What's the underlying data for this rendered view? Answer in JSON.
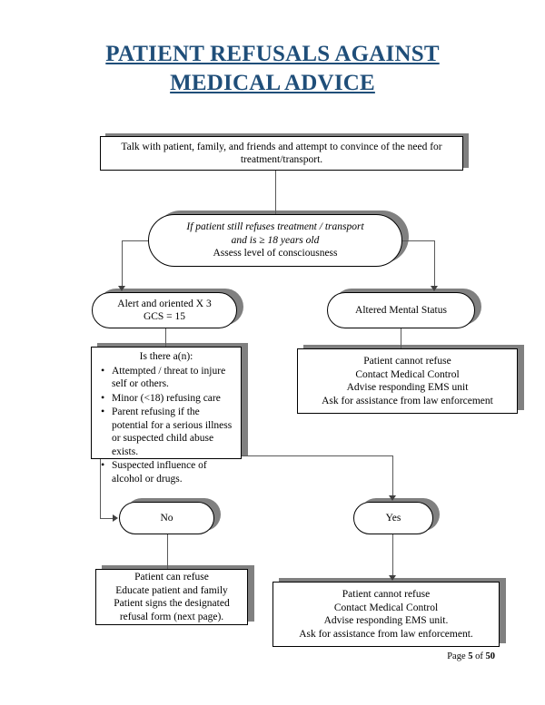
{
  "document": {
    "title": "PATIENT REFUSALS AGAINST MEDICAL ADVICE",
    "footer_text": "Page 5 of 50",
    "footer_page_number": "5",
    "footer_total_pages": "50",
    "title_color": "#1f4e79",
    "shadow_color": "#808080",
    "connector_color": "#595959"
  },
  "flowchart": {
    "type": "flowchart",
    "nodes": {
      "talk": {
        "shape": "process",
        "line1": "Talk with patient, family, and friends and attempt to convince of the need for",
        "line2": "treatment/transport."
      },
      "refuse_decision": {
        "shape": "terminator",
        "line1": "If patient still refuses treatment / transport",
        "line2": "and is ≥ 18 years old",
        "line3": "Assess level of consciousness"
      },
      "alert_oriented": {
        "shape": "terminator",
        "line1": "Alert and oriented X 3",
        "line2": "GCS = 15"
      },
      "altered_mental_status": {
        "shape": "terminator",
        "line1": "Altered Mental Status"
      },
      "criteria": {
        "shape": "process",
        "heading": "Is there a(n):",
        "bullets": [
          "Attempted / threat to injure self or others.",
          "Minor (<18) refusing care",
          "Parent refusing if the potential for a serious illness or suspected child abuse exists.",
          "Suspected influence of alcohol or drugs."
        ]
      },
      "cannot_refuse_top": {
        "shape": "process",
        "line1": "Patient cannot refuse",
        "line2": "Contact Medical Control",
        "line3": "Advise responding EMS unit",
        "line4": "Ask for assistance from law enforcement"
      },
      "no": {
        "shape": "terminator",
        "label": "No"
      },
      "yes": {
        "shape": "terminator",
        "label": "Yes"
      },
      "can_refuse": {
        "shape": "process",
        "line1": "Patient can refuse",
        "line2": "Educate patient and family",
        "line3": "Patient signs the designated",
        "line4": "refusal form (next page)."
      },
      "cannot_refuse_bottom": {
        "shape": "process",
        "line1": "Patient cannot refuse",
        "line2": "Contact Medical Control",
        "line3": "Advise responding EMS unit.",
        "line4": "Ask for assistance from law enforcement."
      }
    },
    "edges": [
      {
        "from": "talk",
        "to": "refuse_decision",
        "label": ""
      },
      {
        "from": "refuse_decision",
        "to": "alert_oriented",
        "label": ""
      },
      {
        "from": "refuse_decision",
        "to": "altered_mental_status",
        "label": ""
      },
      {
        "from": "alert_oriented",
        "to": "criteria",
        "label": ""
      },
      {
        "from": "altered_mental_status",
        "to": "cannot_refuse_top",
        "label": ""
      },
      {
        "from": "criteria",
        "to": "no",
        "label": ""
      },
      {
        "from": "criteria",
        "to": "yes",
        "label": ""
      },
      {
        "from": "no",
        "to": "can_refuse",
        "label": ""
      },
      {
        "from": "yes",
        "to": "cannot_refuse_bottom",
        "label": ""
      }
    ]
  }
}
